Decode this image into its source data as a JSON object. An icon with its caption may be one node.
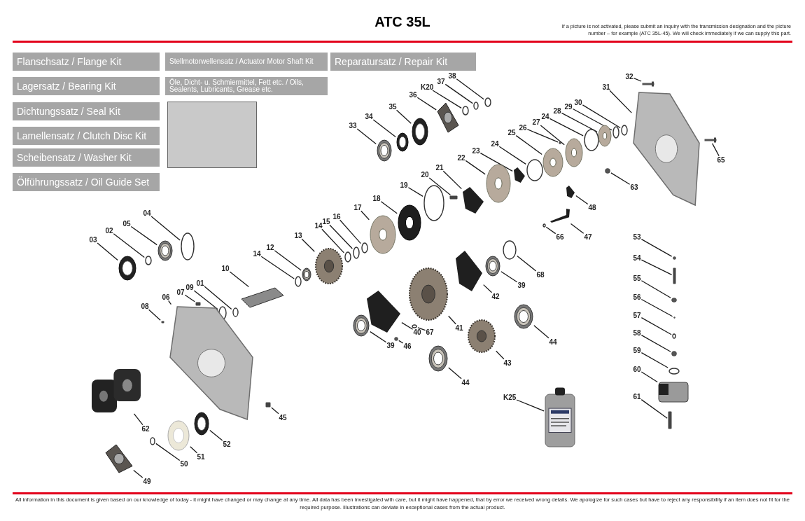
{
  "diagram": {
    "title": "ATC 35L",
    "nodes": [
      {
        "text": [
          "Flanschsatz / Flange Kit"
        ]
      },
      {
        "text": [
          "Stellmotorwellensatz / Actuator Motor Shaft Kit"
        ]
      },
      {
        "text": [
          "Reparatursatz / Repair Kit"
        ]
      },
      {
        "text": [
          "Lagersatz / Bearing Kit"
        ]
      },
      {
        "text": [
          "Öle, Dicht- u. Schmiermittel, Fett etc. / Oils, Sealents, Lubricants, Grease etc."
        ]
      },
      {
        "text": [
          "Dichtungssatz / Seal Kit"
        ]
      },
      {
        "text": [
          "Lamellensatz / Clutch Disc Kit"
        ]
      },
      {
        "text": [
          "Scheibensatz / Washer Kit"
        ]
      },
      {
        "text": [
          "Ölführungssatz / Oil Guide Set"
        ]
      },
      {
        "text": [
          "03"
        ]
      },
      {
        "text": [],
        "shape": "picture"
      },
      {
        "text": [
          "02"
        ]
      },
      {
        "text": [],
        "shape": "circle"
      },
      {
        "text": [
          "05"
        ]
      },
      {
        "text": [],
        "shape": "picture"
      },
      {
        "text": [
          "04"
        ]
      },
      {
        "text": [],
        "shape": "circle"
      },
      {
        "text": [
          "01"
        ]
      },
      {
        "text": [],
        "shape": "circle"
      },
      {
        "text": [
          "09"
        ]
      },
      {
        "text": [],
        "shape": "circle"
      },
      {
        "text": [
          "07"
        ]
      },
      {
        "text": [],
        "shape": "bar"
      },
      {
        "text": [
          "06"
        ]
      },
      {
        "text": [],
        "shape": "picture"
      },
      {
        "text": [
          "08"
        ]
      },
      {
        "text": [],
        "shape": "bar"
      },
      {
        "text": [
          "10"
        ]
      },
      {
        "text": [],
        "shape": "picture"
      },
      {
        "text": [
          "14"
        ]
      },
      {
        "text": [],
        "shape": "circle"
      },
      {
        "text": [
          "12"
        ]
      },
      {
        "text": [],
        "shape": "picture"
      },
      {
        "text": [
          "13"
        ]
      },
      {
        "text": [],
        "shape": "picture"
      },
      {
        "text": [
          "14"
        ]
      },
      {
        "text": [],
        "shape": "circle"
      },
      {
        "text": [
          "15"
        ]
      },
      {
        "text": [],
        "shape": "circle"
      },
      {
        "text": [
          "16"
        ]
      },
      {
        "text": [],
        "shape": "circle"
      },
      {
        "text": [
          "17"
        ]
      },
      {
        "text": [],
        "shape": "picture"
      },
      {
        "text": [
          "18"
        ]
      },
      {
        "text": [],
        "shape": "picture"
      },
      {
        "text": [
          "19"
        ]
      },
      {
        "text": [],
        "shape": "circle"
      },
      {
        "text": [
          "20"
        ]
      },
      {
        "text": [],
        "shape": "bar"
      },
      {
        "text": [
          "21"
        ]
      },
      {
        "text": [],
        "shape": "picture"
      },
      {
        "text": [
          "22"
        ]
      },
      {
        "text": [],
        "shape": "picture"
      },
      {
        "text": [
          "23"
        ]
      },
      {
        "text": [],
        "shape": "picture"
      },
      {
        "text": [
          "24"
        ]
      },
      {
        "text": [],
        "shape": "circle"
      },
      {
        "text": [
          "25"
        ]
      },
      {
        "text": [],
        "shape": "picture"
      },
      {
        "text": [
          "26"
        ]
      },
      {
        "text": [],
        "shape": "circle"
      },
      {
        "text": [
          "27"
        ]
      },
      {
        "text": [],
        "shape": "picture"
      },
      {
        "text": [
          "24"
        ]
      },
      {
        "text": [],
        "shape": "circle"
      },
      {
        "text": [
          "28"
        ]
      },
      {
        "text": [],
        "shape": "picture"
      },
      {
        "text": [
          "29"
        ]
      },
      {
        "text": [],
        "shape": "circle"
      },
      {
        "text": [
          "30"
        ]
      },
      {
        "text": [],
        "shape": "circle"
      },
      {
        "text": [
          "31"
        ]
      },
      {
        "text": [],
        "shape": "picture"
      },
      {
        "text": [
          "32"
        ]
      },
      {
        "text": [],
        "shape": "bar"
      },
      {
        "text": [
          "65"
        ]
      },
      {
        "text": [],
        "shape": "bar"
      },
      {
        "text": [
          "63"
        ]
      },
      {
        "text": [],
        "shape": "circle"
      },
      {
        "text": [
          "48"
        ]
      },
      {
        "text": [],
        "shape": "picture"
      },
      {
        "text": [
          "47"
        ]
      },
      {
        "text": [],
        "shape": "picture"
      },
      {
        "text": [
          "66"
        ]
      },
      {
        "text": [],
        "shape": "circle"
      },
      {
        "text": [
          "33"
        ]
      },
      {
        "text": [],
        "shape": "picture"
      },
      {
        "text": [
          "34"
        ]
      },
      {
        "text": [],
        "shape": "picture"
      },
      {
        "text": [
          "35"
        ]
      },
      {
        "text": [],
        "shape": "picture"
      },
      {
        "text": [
          "36"
        ]
      },
      {
        "text": [],
        "shape": "picture"
      },
      {
        "text": [
          "K20"
        ]
      },
      {
        "text": [],
        "shape": "circle"
      },
      {
        "text": [
          "37"
        ]
      },
      {
        "text": [],
        "shape": "circle"
      },
      {
        "text": [
          "38"
        ]
      },
      {
        "text": [],
        "shape": "circle"
      },
      {
        "text": [
          "39"
        ]
      },
      {
        "text": [],
        "shape": "picture"
      },
      {
        "text": [
          "68"
        ]
      },
      {
        "text": [],
        "shape": "circle"
      },
      {
        "text": [
          "42"
        ]
      },
      {
        "text": [],
        "shape": "picture"
      },
      {
        "text": [
          "41"
        ]
      },
      {
        "text": [],
        "shape": "picture"
      },
      {
        "text": [
          "40"
        ]
      },
      {
        "text": [],
        "shape": "picture"
      },
      {
        "text": [
          "67"
        ]
      },
      {
        "text": [],
        "shape": "circle"
      },
      {
        "text": [
          "46"
        ]
      },
      {
        "text": [],
        "shape": "circle"
      },
      {
        "text": [
          "39"
        ]
      },
      {
        "text": [],
        "shape": "picture"
      },
      {
        "text": [
          "44"
        ]
      },
      {
        "text": [],
        "shape": "picture"
      },
      {
        "text": [
          "43"
        ]
      },
      {
        "text": [],
        "shape": "picture"
      },
      {
        "text": [
          "44"
        ]
      },
      {
        "text": [],
        "shape": "picture"
      },
      {
        "text": [
          "K25"
        ]
      },
      {
        "text": [],
        "shape": "picture"
      },
      {
        "text": [
          "53"
        ]
      },
      {
        "text": [],
        "shape": "circle"
      },
      {
        "text": [
          "54"
        ]
      },
      {
        "text": [],
        "shape": "bar"
      },
      {
        "text": [
          "55"
        ]
      },
      {
        "text": [],
        "shape": "circle"
      },
      {
        "text": [
          "56"
        ]
      },
      {
        "text": [],
        "shape": "circle"
      },
      {
        "text": [
          "57"
        ]
      },
      {
        "text": [],
        "shape": "circle"
      },
      {
        "text": [
          "58"
        ]
      },
      {
        "text": [],
        "shape": "circle"
      },
      {
        "text": [
          "59"
        ]
      },
      {
        "text": [],
        "shape": "circle"
      },
      {
        "text": [
          "60"
        ]
      },
      {
        "text": [],
        "shape": "picture"
      },
      {
        "text": [
          "61"
        ]
      },
      {
        "text": [],
        "shape": "bar"
      },
      {
        "text": [
          "62"
        ]
      },
      {
        "text": [],
        "shape": "picture"
      },
      {
        "text": [
          "45"
        ]
      },
      {
        "text": [],
        "shape": "bar"
      },
      {
        "text": [
          "52"
        ]
      },
      {
        "text": [],
        "shape": "picture"
      },
      {
        "text": [
          "51"
        ]
      },
      {
        "text": [],
        "shape": "picture"
      },
      {
        "text": [
          "50"
        ]
      },
      {
        "text": [],
        "shape": "circle"
      },
      {
        "text": [
          "49"
        ]
      },
      {
        "text": [],
        "shape": "picture"
      }
    ],
    "edges": [
      {
        "from": 9,
        "to": 10,
        "arrow": "none"
      },
      {
        "from": 11,
        "to": 12,
        "arrow": "none"
      },
      {
        "from": 13,
        "to": 14,
        "arrow": "none"
      },
      {
        "from": 15,
        "to": 16,
        "arrow": "none"
      },
      {
        "from": 17,
        "to": 18,
        "arrow": "none"
      },
      {
        "from": 19,
        "to": 20,
        "arrow": "none"
      },
      {
        "from": 21,
        "to": 22,
        "arrow": "none"
      },
      {
        "from": 23,
        "to": 24,
        "arrow": "none"
      },
      {
        "from": 25,
        "to": 26,
        "arrow": "none"
      },
      {
        "from": 27,
        "to": 28,
        "arrow": "none"
      },
      {
        "from": 29,
        "to": 30,
        "arrow": "none"
      },
      {
        "from": 31,
        "to": 32,
        "arrow": "none"
      },
      {
        "from": 33,
        "to": 34,
        "arrow": "none"
      },
      {
        "from": 35,
        "to": 36,
        "arrow": "none"
      },
      {
        "from": 37,
        "to": 38,
        "arrow": "none"
      },
      {
        "from": 39,
        "to": 40,
        "arrow": "none"
      },
      {
        "from": 41,
        "to": 42,
        "arrow": "none"
      },
      {
        "from": 43,
        "to": 44,
        "arrow": "none"
      },
      {
        "from": 45,
        "to": 46,
        "arrow": "none"
      },
      {
        "from": 47,
        "to": 48,
        "arrow": "none"
      },
      {
        "from": 49,
        "to": 50,
        "arrow": "none"
      },
      {
        "from": 51,
        "to": 52,
        "arrow": "none"
      },
      {
        "from": 53,
        "to": 54,
        "arrow": "none"
      },
      {
        "from": 55,
        "to": 56,
        "arrow": "none"
      },
      {
        "from": 57,
        "to": 58,
        "arrow": "none"
      },
      {
        "from": 59,
        "to": 60,
        "arrow": "none"
      },
      {
        "from": 61,
        "to": 62,
        "arrow": "none"
      },
      {
        "from": 63,
        "to": 64,
        "arrow": "none"
      },
      {
        "from": 65,
        "to": 66,
        "arrow": "none"
      },
      {
        "from": 67,
        "to": 68,
        "arrow": "none"
      },
      {
        "from": 69,
        "to": 70,
        "arrow": "none"
      },
      {
        "from": 71,
        "to": 72,
        "arrow": "none"
      },
      {
        "from": 73,
        "to": 74,
        "arrow": "none"
      },
      {
        "from": 75,
        "to": 76,
        "arrow": "none"
      },
      {
        "from": 77,
        "to": 78,
        "arrow": "none"
      },
      {
        "from": 79,
        "to": 80,
        "arrow": "none"
      },
      {
        "from": 81,
        "to": 82,
        "arrow": "none"
      },
      {
        "from": 83,
        "to": 84,
        "arrow": "none"
      },
      {
        "from": 85,
        "to": 86,
        "arrow": "none"
      },
      {
        "from": 87,
        "to": 88,
        "arrow": "none"
      },
      {
        "from": 89,
        "to": 90,
        "arrow": "none"
      },
      {
        "from": 91,
        "to": 92,
        "arrow": "none"
      },
      {
        "from": 93,
        "to": 94,
        "arrow": "none"
      },
      {
        "from": 95,
        "to": 96,
        "arrow": "none"
      },
      {
        "from": 97,
        "to": 98,
        "arrow": "none"
      },
      {
        "from": 99,
        "to": 100,
        "arrow": "none"
      },
      {
        "from": 101,
        "to": 102,
        "arrow": "none"
      },
      {
        "from": 103,
        "to": 104,
        "arrow": "none"
      },
      {
        "from": 105,
        "to": 106,
        "arrow": "none"
      },
      {
        "from": 107,
        "to": 108,
        "arrow": "none"
      },
      {
        "from": 109,
        "to": 110,
        "arrow": "none"
      },
      {
        "from": 111,
        "to": 112,
        "arrow": "none"
      },
      {
        "from": 113,
        "to": 114,
        "arrow": "none"
      },
      {
        "from": 115,
        "to": 116,
        "arrow": "none"
      },
      {
        "from": 117,
        "to": 118,
        "arrow": "none"
      },
      {
        "from": 119,
        "to": 120,
        "arrow": "none"
      },
      {
        "from": 121,
        "to": 122,
        "arrow": "none"
      },
      {
        "from": 123,
        "to": 124,
        "arrow": "none"
      },
      {
        "from": 125,
        "to": 126,
        "arrow": "none"
      },
      {
        "from": 127,
        "to": 128,
        "arrow": "none"
      },
      {
        "from": 129,
        "to": 130,
        "arrow": "none"
      },
      {
        "from": 131,
        "to": 132,
        "arrow": "none"
      },
      {
        "from": 133,
        "to": 134,
        "arrow": "none"
      },
      {
        "from": 135,
        "to": 136,
        "arrow": "none"
      },
      {
        "from": 137,
        "to": 138,
        "arrow": "none"
      },
      {
        "from": 139,
        "to": 140,
        "arrow": "none"
      },
      {
        "from": 141,
        "to": 142,
        "arrow": "none"
      },
      {
        "from": 143,
        "to": 144,
        "arrow": "none"
      },
      {
        "from": 145,
        "to": 146,
        "arrow": "none"
      },
      {
        "from": 147,
        "to": 148,
        "arrow": "none"
      },
      {
        "from": 149,
        "to": 150,
        "arrow": "none"
      },
      {
        "from": 151,
        "to": 152,
        "arrow": "none"
      }
    ],
    "labels": [
      "If a picture is not activated, please submit an inquiry with the transmission designation and the picture number – for example (ATC 35L-45). We will check immediately if we can supply this part.",
      "All information in this document is given based on our knowledge of today - it might have changed or may change at any time. All data has been investigated with care, but it might have happened, that by error we received wrong details. We apologize for such cases but have to reject any responsibility if an item does not fit for the required purpose. Illustrations can deviate in exceptional cases from the actual product."
    ]
  }
}
